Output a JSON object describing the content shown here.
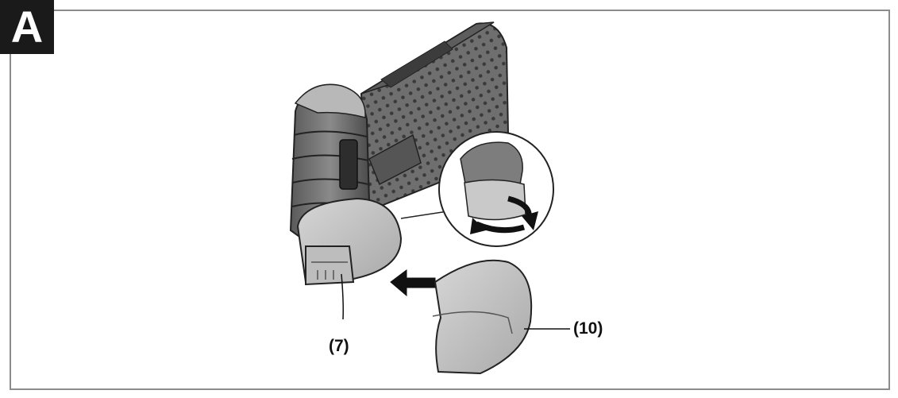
{
  "figure": {
    "panel_letter": "A",
    "callouts": {
      "label_7": "(7)",
      "label_10": "(10)"
    }
  }
}
